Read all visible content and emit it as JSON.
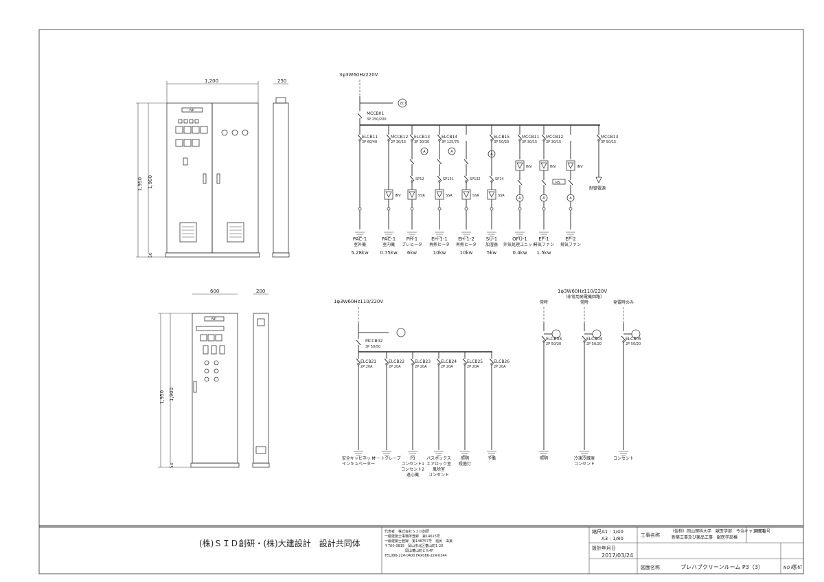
{
  "elevation1": {
    "width": "1,200",
    "depth": "250",
    "h1": "1,950",
    "h2": "1,900",
    "base": "50",
    "np": "NP"
  },
  "elevation2": {
    "width": "600",
    "depth": "200",
    "h1": "1,950",
    "h2": "1,900",
    "base": "50",
    "np": "NP"
  },
  "diagram1": {
    "supply": "3φ3W60Hz220V",
    "main": {
      "name": "MCCB01",
      "spec": "3P 250/200"
    },
    "branches": [
      {
        "breaker": "ELCB11",
        "spec": "3P 60/40",
        "device": "",
        "load": "PAC-1",
        "desc": "室外機",
        "power": "5.28kw"
      },
      {
        "breaker": "MCCB12",
        "spec": "2P 30/15",
        "device": "INV",
        "load": "PAC-1",
        "desc": "室内機",
        "power": "0.75kw"
      },
      {
        "breaker": "ELCB13",
        "spec": "3P 30/30",
        "device": "SSR",
        "sub": "SP12",
        "load": "PH-1",
        "desc": "プレヒータ",
        "power": "6kw"
      },
      {
        "breaker": "ELCB14",
        "spec": "3P 125/75",
        "device": "SSR",
        "sub": "SP131",
        "load": "EH-1-1",
        "desc": "再熱ヒータ",
        "power": "10kw"
      },
      {
        "breaker": "",
        "spec": "",
        "device": "SSR",
        "sub": "SP132",
        "load": "EH-1-2",
        "desc": "再熱ヒータ",
        "power": "10kw"
      },
      {
        "breaker": "ELCB15",
        "spec": "3P 50/50",
        "device": "SSR",
        "sub": "SP14",
        "load": "SU-1",
        "desc": "加湿器",
        "power": "5kw"
      },
      {
        "breaker": "MCCB11",
        "spec": "3P 30/15",
        "device": "INV",
        "load": "OFU-1",
        "desc": "外気処理ユニット",
        "power": "0.4kw"
      },
      {
        "breaker": "MCCB12",
        "spec": "3P 30/15",
        "device": "INV",
        "load": "EF-1",
        "desc": "排気ファン",
        "power": "1.5kw"
      },
      {
        "breaker": "",
        "spec": "",
        "device": "INV",
        "load": "EF-2",
        "desc": "排気ファン",
        "power": ""
      },
      {
        "breaker": "MCCB13",
        "spec": "3P 50/15",
        "device": "",
        "load": "制御電源",
        "desc": "",
        "power": ""
      }
    ],
    "rs_label": "RS"
  },
  "diagram2": {
    "supply": "1φ3W60Hz110/220V",
    "main": {
      "name": "MCCB02",
      "spec": "3P 50/50"
    },
    "branches": [
      {
        "breaker": "ELCB21",
        "spec": "2P 20A",
        "loads": [
          "安全キャビネット",
          "インキュベーター"
        ]
      },
      {
        "breaker": "ELCB22",
        "spec": "2P 20A",
        "loads": [
          "オートクレーブ"
        ]
      },
      {
        "breaker": "ELCB23",
        "spec": "2P 20A",
        "loads": [
          "P3",
          "コンセント1",
          "コンセント2",
          "遠心機"
        ]
      },
      {
        "breaker": "ELCB24",
        "spec": "2P 20A",
        "loads": [
          "パスボックス",
          "エアロック室",
          "風除室",
          "コンセント"
        ]
      },
      {
        "breaker": "ELCB25",
        "spec": "2P 20A",
        "loads": [
          "照明",
          "殺菌灯"
        ]
      },
      {
        "breaker": "ELCB26",
        "spec": "2P 20A",
        "loads": [
          "予備"
        ]
      }
    ]
  },
  "diagram3": {
    "supply": "1φ3W60Hz110/220V",
    "supply_note": "（非常用発電機回路）",
    "feeds": [
      "常時",
      "常時",
      "発電時のみ"
    ],
    "branches": [
      {
        "breaker": "ELCB03",
        "spec": "2P 50/20",
        "loads": [
          "照明"
        ]
      },
      {
        "breaker": "ELCB04",
        "spec": "2P 50/20",
        "loads": [
          "冷凍冷蔵庫",
          "コンセント"
        ]
      },
      {
        "breaker": "ELCB05",
        "spec": "2P 50/20",
        "loads": [
          "コンセント"
        ]
      }
    ]
  },
  "title_block": {
    "company": "(株)ＳＩＤ創研・(株)大建設計　設計共同体",
    "office_lines": [
      "代表者　株式会社ＳＩＤ創研",
      "一級建築士事務所登録　第14615号",
      "一級建築士登録　第148757号　塩尻　由美",
      "〒700-0815　岡山市北区蕃山町1-20",
      "　　　　　　岡山蕃山町ビル4F",
      "TEL086-224-0400 FAX086-224-0344"
    ],
    "scale_label": "縮尺",
    "scale_a1": "A1 : 1/40",
    "scale_a3": "A3 : 1/80",
    "date_label": "設計年月日",
    "date": "2017/03/24",
    "project_label": "工事名称",
    "project_line1": "（仮称）岡山理科大学　獣医学部　今治キャンパス",
    "project_line2": "新築工事及び薬品工事　獣医学部棟",
    "drawing_label": "図面名称",
    "drawing_name": "プレハブクリーンルーム P3（3）",
    "number_label": "図面番号",
    "number_prefix": "NO",
    "number": "A獣-67"
  }
}
